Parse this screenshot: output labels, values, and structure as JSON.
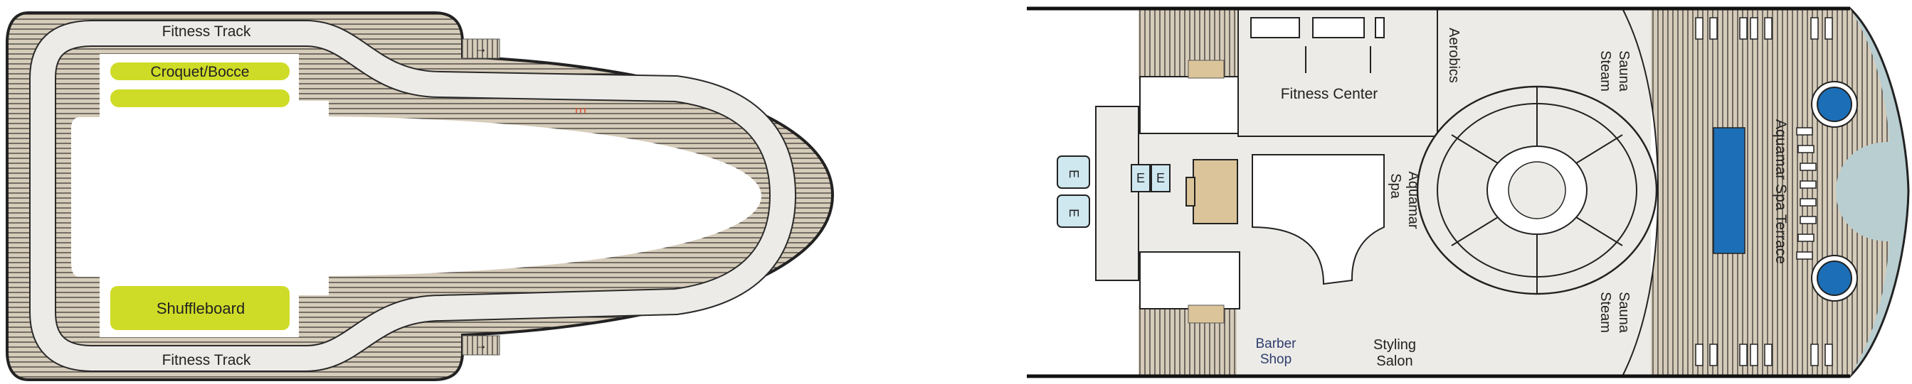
{
  "forward_deck": {
    "fitness_track_top": "Fitness Track",
    "fitness_track_bottom": "Fitness Track",
    "croquet": "Croquet/Bocce",
    "shuffleboard": "Shuffleboard"
  },
  "aft_deck": {
    "fitness_center": "Fitness Center",
    "aerobics": "Aerobics",
    "spa_line1": "Aquamar",
    "spa_line2": "Spa",
    "sauna_top_1": "Sauna",
    "sauna_top_2": "Steam",
    "sauna_bottom_1": "Sauna",
    "sauna_bottom_2": "Steam",
    "terrace": "Aquamar Spa Terrace",
    "barber_1": "Barber",
    "barber_2": "Shop",
    "salon_1": "Styling",
    "salon_2": "Salon",
    "elevator": "E"
  },
  "colors": {
    "deck": "#d6ccba",
    "interior": "#ecebe7",
    "court": "#cfdc27",
    "pool": "#1c6fb7",
    "elevator": "#cfe7ef",
    "stern": "#b9ced1",
    "stairs": "#dcc49a"
  }
}
